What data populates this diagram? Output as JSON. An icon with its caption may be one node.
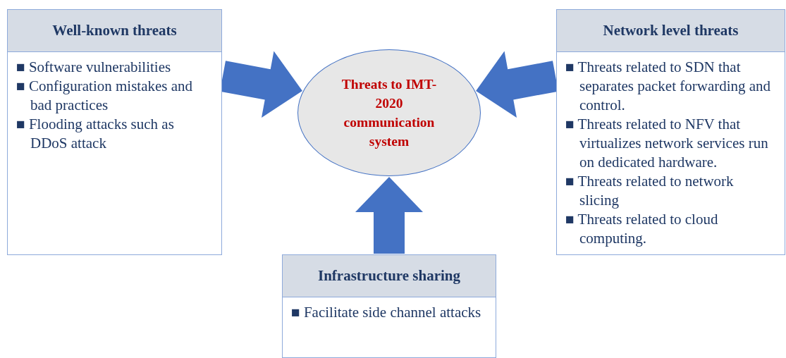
{
  "diagram": {
    "nodes": [
      {
        "text": [
          "Well-known threats",
          "■ Software vulnerabilities",
          "■ Configuration mistakes and bad practices",
          "■ Flooding attacks such as DDoS attack"
        ]
      },
      {
        "text": [
          "Threats to IMT-2020 communication system"
        ]
      },
      {
        "text": [
          "Network level threats",
          "■ Threats related to SDN that separates packet forwarding and control.",
          "■ Threats related to NFV that virtualizes network services run on dedicated hardware.",
          "■ Threats related to network slicing",
          "■ Threats related to cloud computing."
        ]
      },
      {
        "text": [
          "Infrastructure sharing",
          "■ Facilitate side channel attacks"
        ]
      }
    ],
    "edges": [
      {
        "from": 0,
        "to": 1,
        "arrow": "to"
      },
      {
        "from": 2,
        "to": 1,
        "arrow": "to"
      },
      {
        "from": 3,
        "to": 1,
        "arrow": "to"
      }
    ]
  }
}
